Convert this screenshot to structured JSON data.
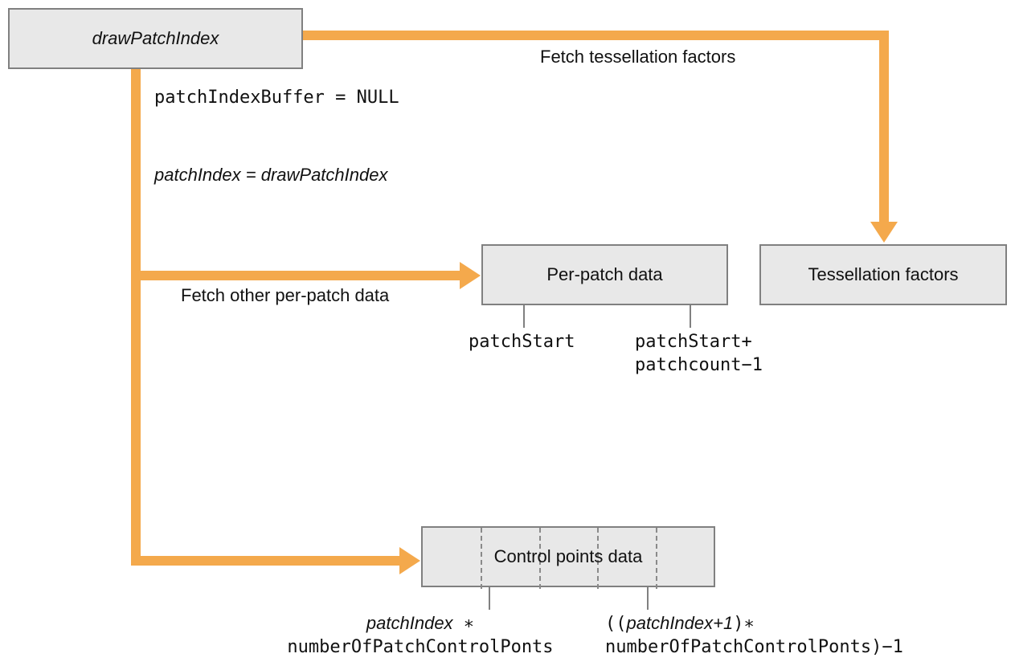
{
  "diagram": {
    "title": "drawPatchIndex patch data addressing",
    "accent_color": "#f4a94c",
    "box_fill": "#e8e8e8",
    "box_border": "#808080",
    "text_color": "#111111"
  },
  "nodes": {
    "draw_patch_index": {
      "label": "drawPatchIndex",
      "style": "italic"
    },
    "per_patch_data": {
      "label": "Per-patch data",
      "style": "regular"
    },
    "tessellation_factors": {
      "label": "Tessellation factors",
      "style": "regular"
    },
    "control_points_data": {
      "label": "Control points data",
      "style": "regular"
    }
  },
  "edges": {
    "fetch_tessellation_factors": {
      "label": "Fetch tessellation factors"
    },
    "fetch_other_per_patch_data": {
      "label": "Fetch other per-patch data"
    }
  },
  "annotations": {
    "patch_index_buffer": {
      "text": "patchIndexBuffer = NULL",
      "style": "mono"
    },
    "patch_index_assignment": {
      "text": "patchIndex = drawPatchIndex",
      "style": "italic"
    }
  },
  "range_labels": {
    "per_patch_start": {
      "text": "patchStart",
      "style": "mono"
    },
    "per_patch_end_line1": {
      "text": "patchStart+",
      "style": "mono"
    },
    "per_patch_end_line2": {
      "text": "patchcount−1",
      "style": "mono"
    },
    "control_start_line1_italic": "patchIndex",
    "control_start_line1_mono": " ∗",
    "control_start_line2_mono": "numberOfPatchControlPonts",
    "control_end_line1_prefix_mono": "((",
    "control_end_line1_italic": "patchIndex+1",
    "control_end_line1_suffix_mono": ")∗",
    "control_end_line2_mono": "numberOfPatchControlPonts)−1"
  }
}
